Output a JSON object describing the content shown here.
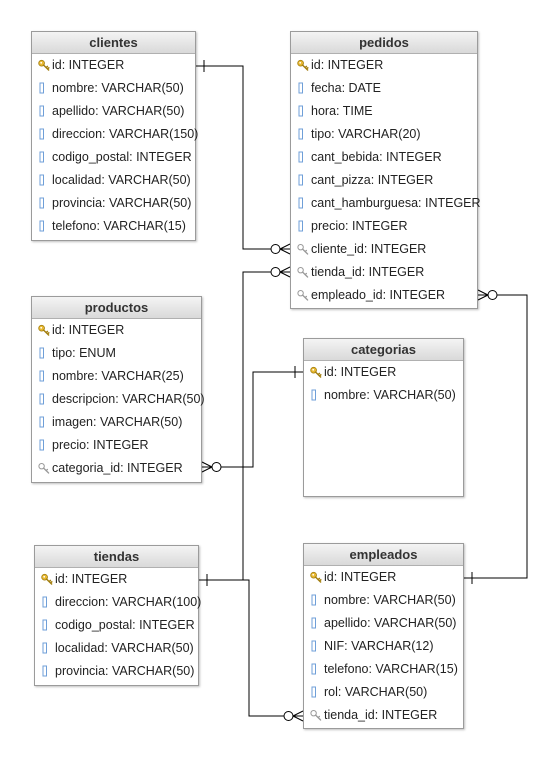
{
  "tables": [
    {
      "id": "clientes",
      "name": "clientes",
      "columns": [
        {
          "icon": "primary-key-icon",
          "text": "id: INTEGER"
        },
        {
          "icon": "column-icon",
          "text": "nombre: VARCHAR(50)"
        },
        {
          "icon": "column-icon",
          "text": "apellido: VARCHAR(50)"
        },
        {
          "icon": "column-icon",
          "text": "direccion: VARCHAR(150)"
        },
        {
          "icon": "column-icon",
          "text": "codigo_postal: INTEGER"
        },
        {
          "icon": "column-icon",
          "text": "localidad: VARCHAR(50)"
        },
        {
          "icon": "column-icon",
          "text": "provincia: VARCHAR(50)"
        },
        {
          "icon": "column-icon",
          "text": "telefono: VARCHAR(15)"
        }
      ]
    },
    {
      "id": "pedidos",
      "name": "pedidos",
      "columns": [
        {
          "icon": "primary-key-icon",
          "text": "id: INTEGER"
        },
        {
          "icon": "column-icon",
          "text": "fecha: DATE"
        },
        {
          "icon": "column-icon",
          "text": "hora: TIME"
        },
        {
          "icon": "column-icon",
          "text": "tipo: VARCHAR(20)"
        },
        {
          "icon": "column-icon",
          "text": "cant_bebida: INTEGER"
        },
        {
          "icon": "column-icon",
          "text": "cant_pizza: INTEGER"
        },
        {
          "icon": "column-icon",
          "text": "cant_hamburguesa: INTEGER"
        },
        {
          "icon": "column-icon",
          "text": "precio: INTEGER"
        },
        {
          "icon": "foreign-key-icon",
          "text": "cliente_id: INTEGER"
        },
        {
          "icon": "foreign-key-icon",
          "text": "tienda_id: INTEGER"
        },
        {
          "icon": "foreign-key-icon",
          "text": "empleado_id: INTEGER"
        }
      ]
    },
    {
      "id": "productos",
      "name": "productos",
      "columns": [
        {
          "icon": "primary-key-icon",
          "text": "id: INTEGER"
        },
        {
          "icon": "column-icon",
          "text": "tipo: ENUM"
        },
        {
          "icon": "column-icon",
          "text": "nombre: VARCHAR(25)"
        },
        {
          "icon": "column-icon",
          "text": "descripcion: VARCHAR(50)"
        },
        {
          "icon": "column-icon",
          "text": "imagen: VARCHAR(50)"
        },
        {
          "icon": "column-icon",
          "text": "precio: INTEGER"
        },
        {
          "icon": "foreign-key-icon",
          "text": "categoria_id: INTEGER"
        }
      ]
    },
    {
      "id": "categorias",
      "name": "categorias",
      "columns": [
        {
          "icon": "primary-key-icon",
          "text": "id: INTEGER"
        },
        {
          "icon": "column-icon",
          "text": "nombre: VARCHAR(50)"
        }
      ]
    },
    {
      "id": "tiendas",
      "name": "tiendas",
      "columns": [
        {
          "icon": "primary-key-icon",
          "text": "id: INTEGER"
        },
        {
          "icon": "column-icon",
          "text": "direccion: VARCHAR(100)"
        },
        {
          "icon": "column-icon",
          "text": "codigo_postal: INTEGER"
        },
        {
          "icon": "column-icon",
          "text": "localidad: VARCHAR(50)"
        },
        {
          "icon": "column-icon",
          "text": "provincia: VARCHAR(50)"
        }
      ]
    },
    {
      "id": "empleados",
      "name": "empleados",
      "columns": [
        {
          "icon": "primary-key-icon",
          "text": "id: INTEGER"
        },
        {
          "icon": "column-icon",
          "text": "nombre: VARCHAR(50)"
        },
        {
          "icon": "column-icon",
          "text": "apellido: VARCHAR(50)"
        },
        {
          "icon": "column-icon",
          "text": "NIF: VARCHAR(12)"
        },
        {
          "icon": "column-icon",
          "text": "telefono: VARCHAR(15)"
        },
        {
          "icon": "column-icon",
          "text": "rol: VARCHAR(50)"
        },
        {
          "icon": "foreign-key-icon",
          "text": "tienda_id: INTEGER"
        }
      ]
    }
  ],
  "relationships": [
    {
      "name": "clientes-pedidos",
      "from": "clientes.id",
      "to": "pedidos.cliente_id",
      "cardinality": "one-to-many"
    },
    {
      "name": "tiendas-pedidos",
      "from": "tiendas.id",
      "to": "pedidos.tienda_id",
      "cardinality": "one-to-many"
    },
    {
      "name": "empleados-pedidos",
      "from": "empleados.id",
      "to": "pedidos.empleado_id",
      "cardinality": "one-to-many"
    },
    {
      "name": "categorias-productos",
      "from": "categorias.id",
      "to": "productos.categoria_id",
      "cardinality": "one-to-many"
    },
    {
      "name": "tiendas-empleados",
      "from": "tiendas.id",
      "to": "empleados.tienda_id",
      "cardinality": "one-to-many"
    }
  ],
  "colors": {
    "line": "#000000",
    "header_top": "#f4f4f4",
    "header_bottom": "#d9d9d9",
    "border": "#9b9b9b",
    "key": "#e8b830",
    "column_icon": "#6f9fd8",
    "fk": "#9a9a9a"
  }
}
